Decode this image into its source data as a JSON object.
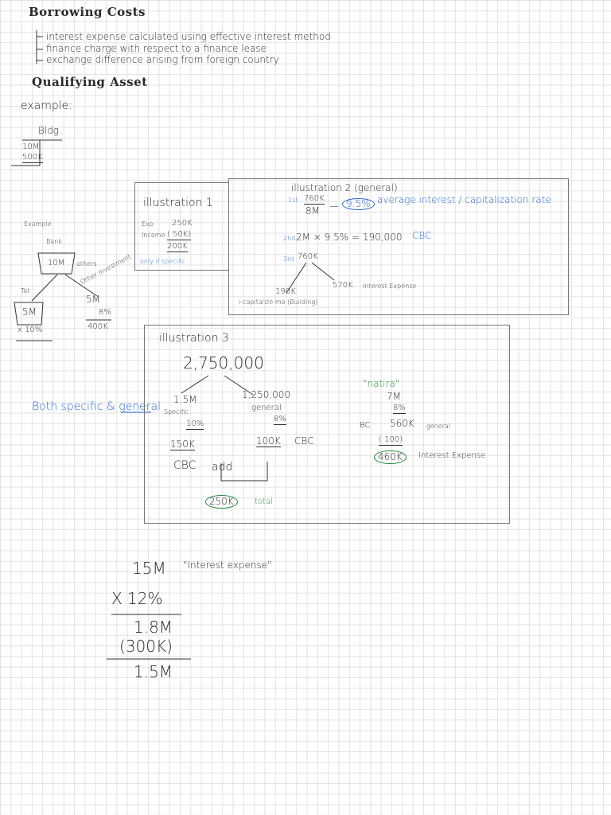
{
  "header": {
    "title": "Borrowing Costs",
    "items": [
      "interest expense calculated using effective interest method",
      "finance charge with respect to a finance lease",
      "exchange difference arising from foreign country"
    ]
  },
  "qualifying": {
    "title": "Qualifying Asset",
    "example_label": "example:",
    "bldg_label": "Bldg.",
    "bldg_values": [
      "10M",
      "500K"
    ]
  },
  "left_example": {
    "label": "Example",
    "bank": "Bank",
    "loan": "10M",
    "other": "others",
    "left_branch": "Tot",
    "left_value": "5M",
    "left_rate": "x 10%",
    "right_branch": "Other Investment",
    "right_value": "5M",
    "right_rate": "8%",
    "right_result": "400K"
  },
  "illustration1": {
    "title": "illustration 1",
    "exp_label": "Exp",
    "exp_value": "250K",
    "income_label": "Income",
    "income_value": "( 50K)",
    "result": "200K",
    "note": "only if specific"
  },
  "illustration2": {
    "title": "illustration 2 (general)",
    "step1_label": "1st",
    "numerator": "760K",
    "denominator": "8M",
    "rate": "9.5%",
    "rate_note": "average interest / capitalization rate",
    "step2_label": "2nd",
    "step2_calc": "2M × 9.5% = 190,000",
    "step2_cbc": "CBC",
    "step3_label": "3rd",
    "step3_value": "760K",
    "left_leaf": "190K",
    "left_note": "i-capitalize mo (Building)",
    "right_leaf": "570K",
    "right_note": "Interest Expense"
  },
  "illustration3": {
    "title": "illustration 3",
    "total": "2,750,000",
    "left_amount": "1.5M",
    "left_type": "Specific",
    "left_rate": "10%",
    "left_result": "150K",
    "left_cbc": "CBC",
    "add_label": "add",
    "right_amount": "1,250,000",
    "right_type": "general",
    "right_rate": "8%",
    "right_result": "100K",
    "right_cbc": "CBC",
    "sum": "250K",
    "sum_label": "total",
    "side_note": "Both specific & general",
    "natira_label": "\"natira\"",
    "natira_amount": "7M",
    "natira_rate": "8%",
    "bc_label": "BC",
    "bc_value": "560K",
    "bc_type": "general",
    "natira_less": "( 100)",
    "natira_result": "460K",
    "natira_result_label": "Interest Expense"
  },
  "bottom_calc": {
    "value": "15M",
    "label": "\"Interest expense\"",
    "rate": "X  12%",
    "result": "1.8M",
    "less": "(300K)",
    "final": "1.5M"
  }
}
